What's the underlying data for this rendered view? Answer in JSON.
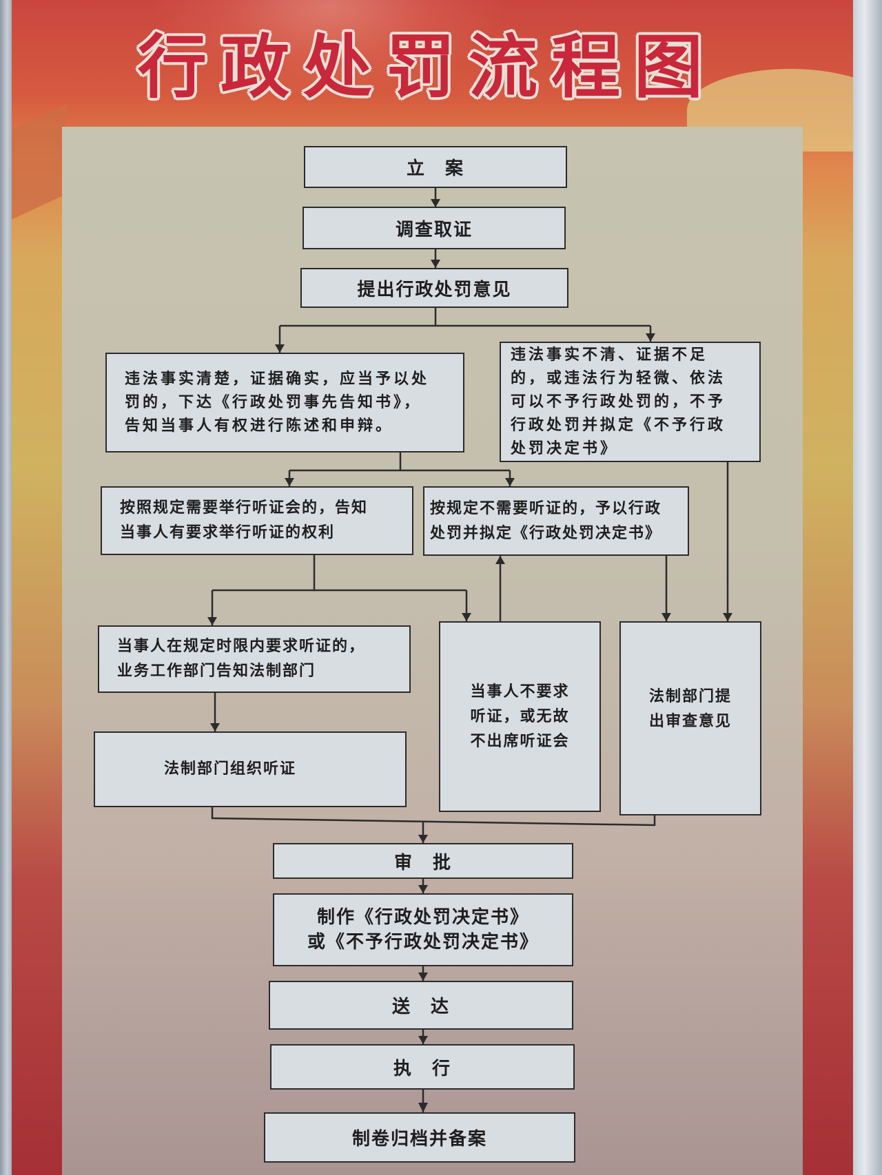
{
  "title": {
    "text": "行政处罚流程图",
    "chars": [
      "行",
      "政",
      "处",
      "罚",
      "流",
      "程",
      "图"
    ],
    "color": "#c8283a"
  },
  "flow": {
    "step1": "立　案",
    "step2": "调查取证",
    "step3": "提出行政处罚意见",
    "branch_left": "违法事实清楚，证据确实，应当予以处\n罚的，下达《行政处罚事先告知书》，\n告知当事人有权进行陈述和申辩。",
    "branch_right": "违法事实不清、证据不足\n的，或违法行为轻微、依法\n可以不予行政处罚的，不予\n行政处罚并拟定《不予行政\n处罚决定书》",
    "hearing_required": "按照规定需要举行听证会的，告知\n当事人有要求举行听证的权利",
    "no_hearing": "按规定不需要听证的，予以行政\n处罚并拟定《行政处罚决定书》",
    "party_requests_hearing": "当事人在规定时限内要求听证的，\n业务工作部门告知法制部门",
    "party_declines_hearing": "当事人不要求\n听证，或无故\n不出席听证会",
    "legal_dept_review": "法制部门提\n出审查意见",
    "legal_dept_hearing": "法制部门组织听证",
    "approve": "审　批",
    "make_decision": "制作《行政处罚决定书》\n或《不予行政处罚决定书》",
    "serve": "送　达",
    "execute": "执　行",
    "archive": "制卷归档并备案"
  },
  "colors": {
    "box_fill": "#d8dde2",
    "box_border": "#2b2b2b",
    "panel": "#c6c3b0",
    "poster_red": "#c9463f"
  }
}
